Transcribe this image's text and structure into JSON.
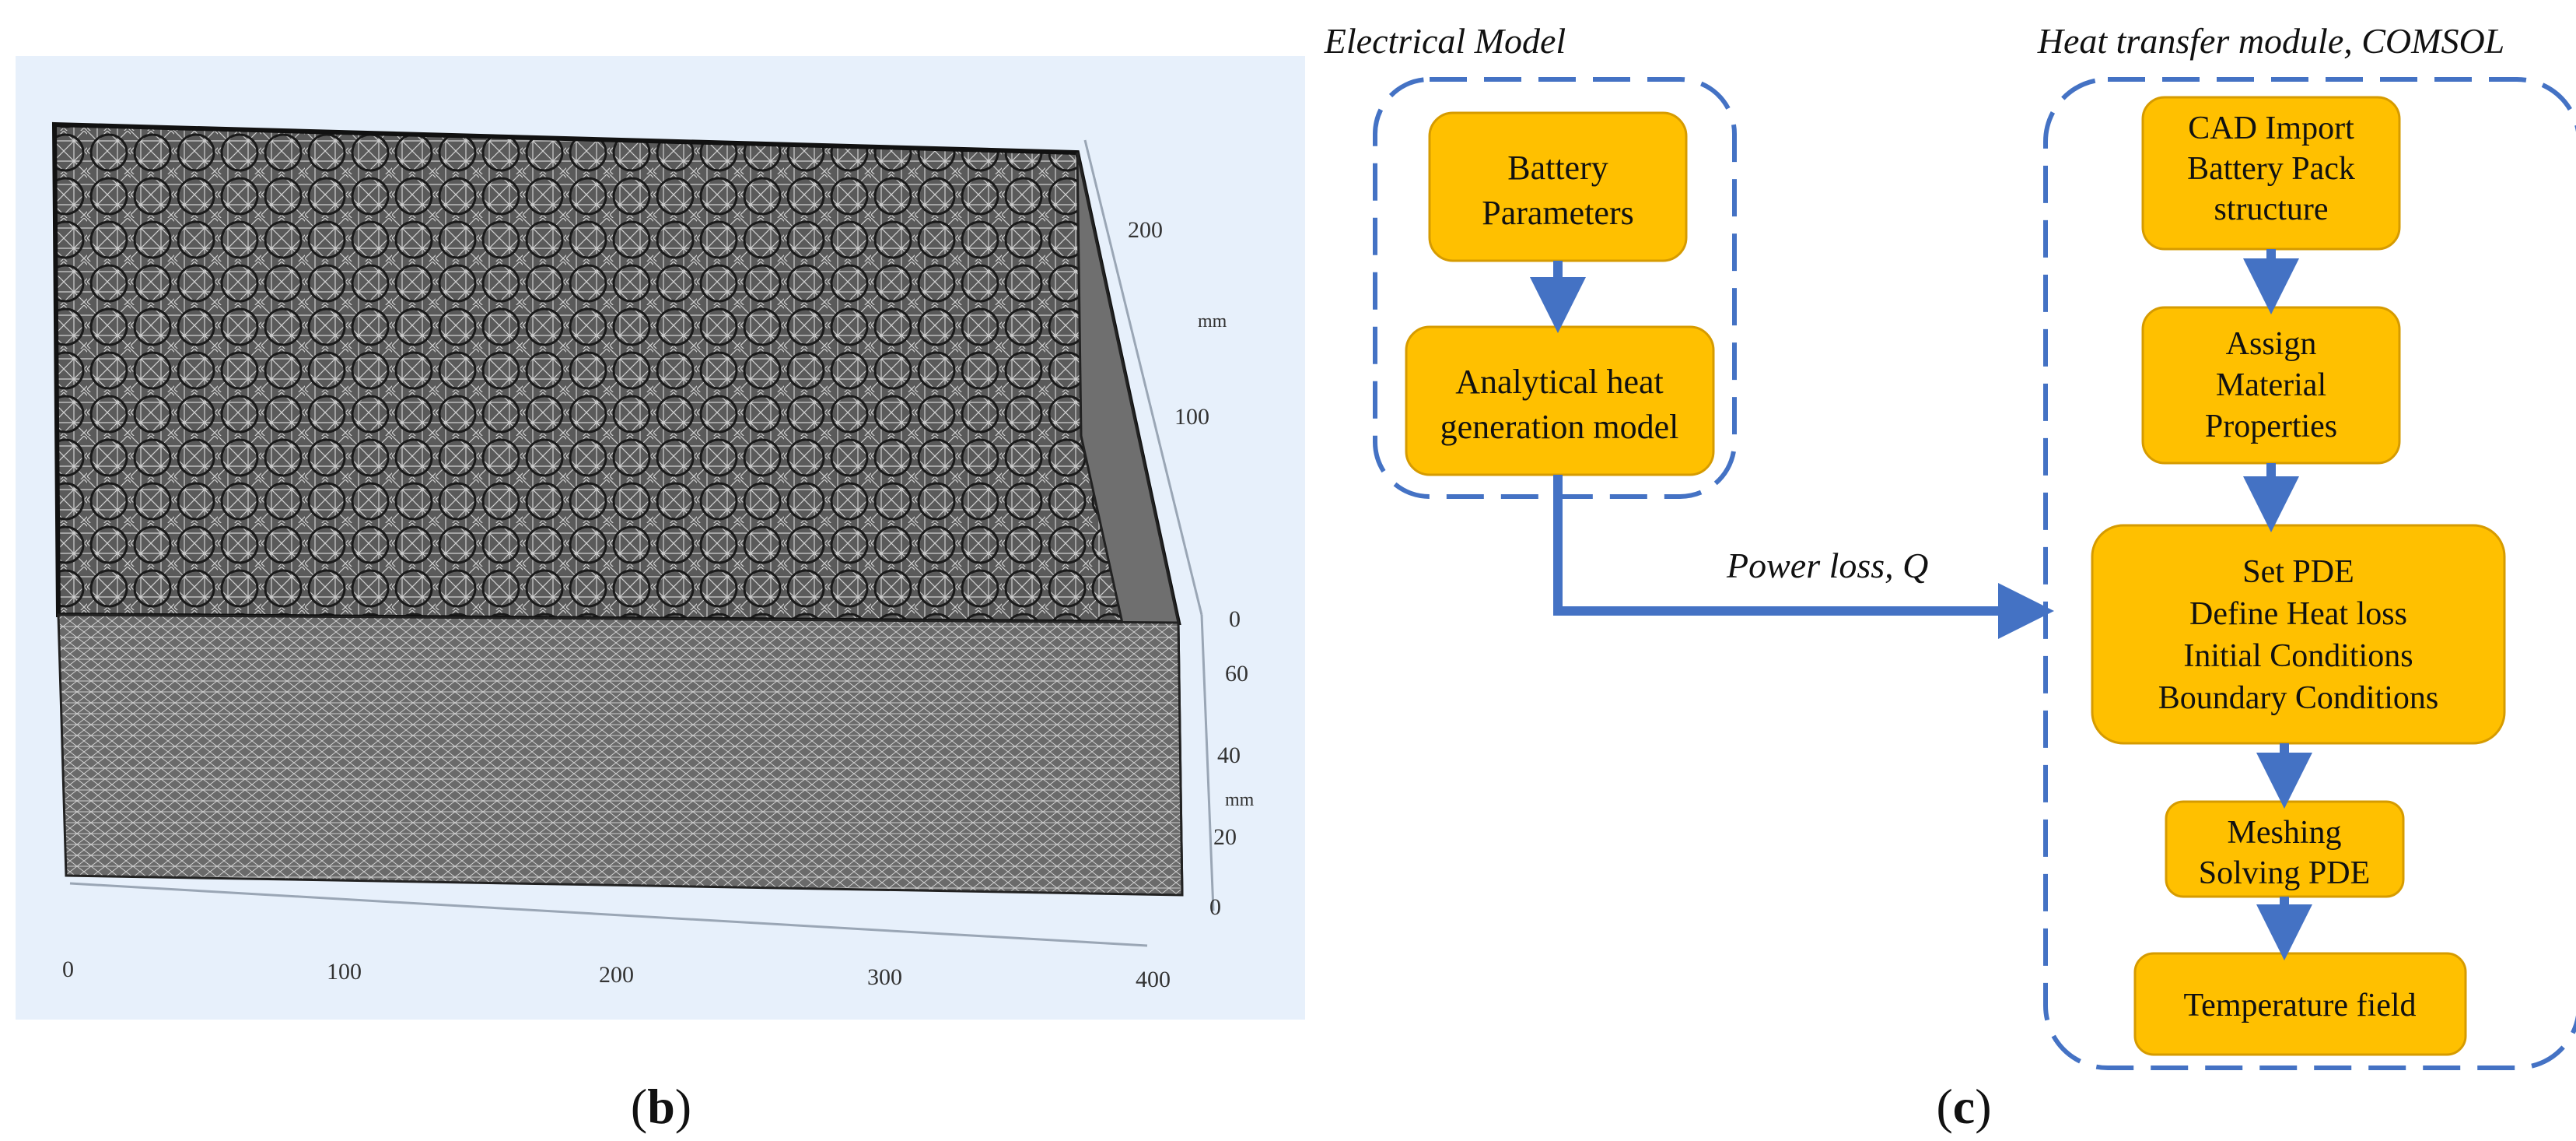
{
  "panel_b": {
    "caption_letter": "b",
    "axis_unit": "mm",
    "x_ticks": [
      "0",
      "100",
      "200",
      "300",
      "400"
    ],
    "z_ticks": [
      "0",
      "20",
      "40",
      "60"
    ],
    "y_ticks": [
      "0",
      "100",
      "200"
    ]
  },
  "panel_c": {
    "caption_letter": "c",
    "electrical_group": {
      "title": "Electrical Model",
      "steps": [
        {
          "lines": [
            "Battery",
            "Parameters"
          ]
        },
        {
          "lines": [
            "Analytical heat",
            "generation model"
          ]
        }
      ]
    },
    "connector_label": "Power loss, Q",
    "heat_group": {
      "title": "Heat transfer module, COMSOL",
      "steps": [
        {
          "lines": [
            "CAD Import",
            "Battery Pack",
            "structure"
          ]
        },
        {
          "lines": [
            "Assign",
            "Material",
            "Properties"
          ]
        },
        {
          "lines": [
            "Set PDE",
            "Define Heat loss",
            "Initial Conditions",
            "Boundary Conditions"
          ]
        },
        {
          "lines": [
            "Meshing",
            "Solving PDE"
          ]
        },
        {
          "lines": [
            "Temperature field"
          ]
        }
      ]
    },
    "colors": {
      "box_fill": "#FFC000",
      "box_stroke": "#D69B00",
      "arrow": "#4472C4",
      "group_border": "#4472C4"
    }
  }
}
